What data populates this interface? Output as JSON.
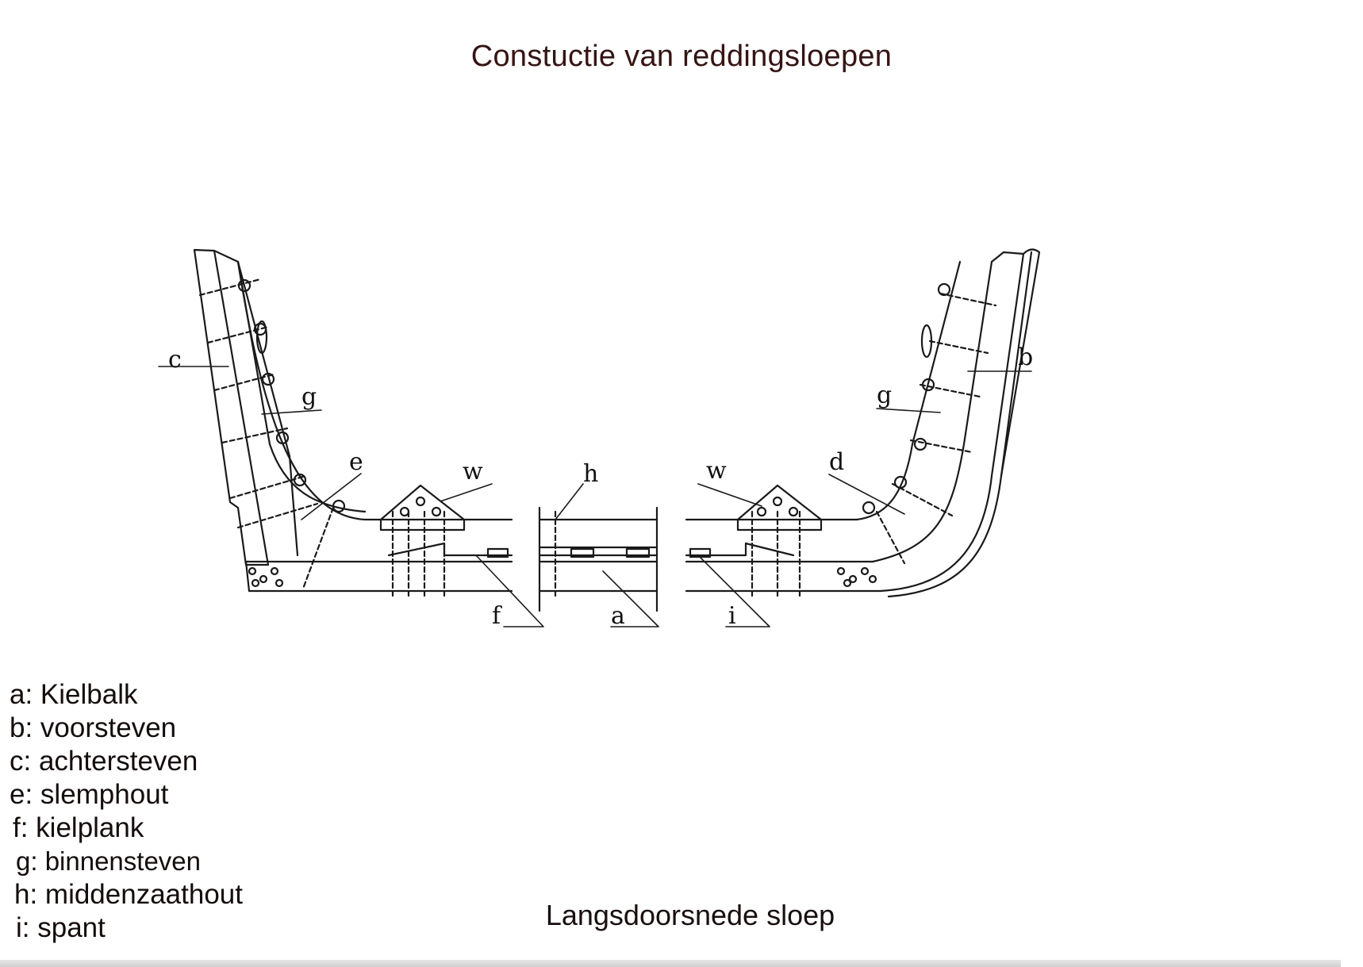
{
  "title": "Constuctie van  reddingsloepen",
  "caption": "Langsdoorsnede sloep",
  "legend": [
    "a: Kielbalk",
    "b: voorsteven",
    "c: achtersteven",
    "e: slemphout",
    "f: kielplank",
    "g: binnensteven",
    "h: middenzaathout",
    "i: spant"
  ],
  "diagram_labels": {
    "a": "a",
    "b": "b",
    "c": "c",
    "d": "d",
    "e": "e",
    "f": "f",
    "g_left": "g",
    "g_right": "g",
    "h": "h",
    "i": "i",
    "w_left": "w",
    "w_right": "w"
  }
}
